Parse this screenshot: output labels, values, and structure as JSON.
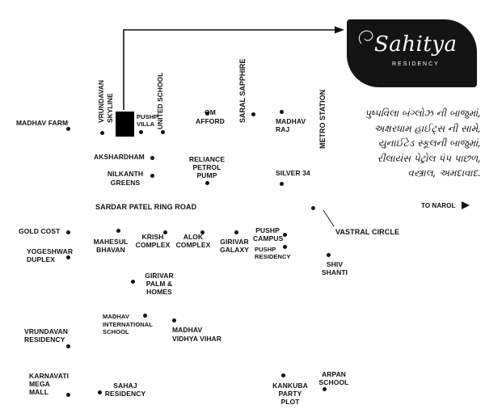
{
  "brand": {
    "name": "Sahitya",
    "subtitle": "RESIDENCY"
  },
  "address_lines": [
    "પુષ્પવિલા બંગ્લોઝ ની બાજુમાં,",
    "અક્ષરધામ હાઈટ્સ ની સામે,",
    "યુનાઈટેડ સ્કૂલની બાજુમાં,",
    "રીલાયંસ પેટ્રોલ પંપ પાછળ,",
    "વસ્ત્રાલ, અમદાવાદ."
  ],
  "roads": {
    "ring_road": "SARDAR PATEL RING ROAD",
    "to_narol": "TO NAROL"
  },
  "landmarks": {
    "madhav_farm": "MADHAV FARM",
    "vrundavan_skyline": "VRUNDAVAN SKYLINE",
    "pushp_villa": "PUSHP VILLA",
    "united_school": "UNITED SCHOOL",
    "om_afford": "OM AFFORD",
    "saral_sapphire": "SARAL SAPPHIRE",
    "madhav_raj": "MADHAV RAJ",
    "metro_station": "METRO STATION",
    "akshardham": "AKSHARDHAM",
    "nilkanth_greens": "NILKANTH GREENS",
    "reliance_petrol_pump": "RELIANCE PETROL PUMP",
    "silver_34": "SILVER 34",
    "gold_cost": "GOLD COST",
    "yogeshwar_duplex": "YOGESHWAR DUPLEX",
    "mahesul_bhavan": "MAHESUL BHAVAN",
    "krish_complex": "KRISH COMPLEX",
    "alok_complex": "ALOK COMPLEX",
    "girivar_galaxy": "GIRIVAR GALAXY",
    "pushp_campus": "PUSHP CAMPUS",
    "pushp_residency": "PUSHP RESIDENCY",
    "vastral_circle": "VASTRAL CIRCLE",
    "shiv_shanti": "SHIV SHANTI",
    "girivar_palm_homes": "GIRIVAR PALM & HOMES",
    "madhav_international_school": "MADHAV INTERNATIONAL SCHOOL",
    "madhav_vidhya_vihar": "MADHAV VIDHYA VIHAR",
    "vrundavan_residency": "VRUNDAVAN RESIDENCY",
    "karnavati_mega_mall": "KARNAVATI MEGA MALL",
    "sahaj_residency": "SAHAJ RESIDENCY",
    "arpan_school": "ARPAN SCHOOL",
    "kankuba_party_plot": "KANKUBA PARTY PLOT"
  },
  "colors": {
    "ink": "#111111",
    "logo_bg": "#141414",
    "site_marker": "#000000"
  }
}
